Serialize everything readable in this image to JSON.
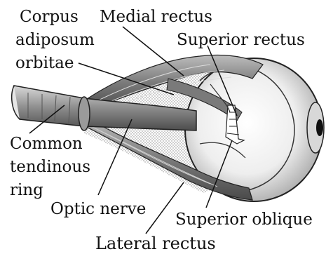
{
  "diagram": {
    "labels": {
      "corpus_line1": "Corpus",
      "corpus_line2": "adiposum",
      "corpus_line3": "orbitae",
      "medial_rectus": "Medial rectus",
      "superior_rectus": "Superior rectus",
      "common_line1": "Common",
      "common_line2": "tendinous",
      "common_line3": "ring",
      "optic_nerve": "Optic nerve",
      "superior_oblique": "Superior oblique",
      "lateral_rectus": "Lateral rectus"
    }
  }
}
